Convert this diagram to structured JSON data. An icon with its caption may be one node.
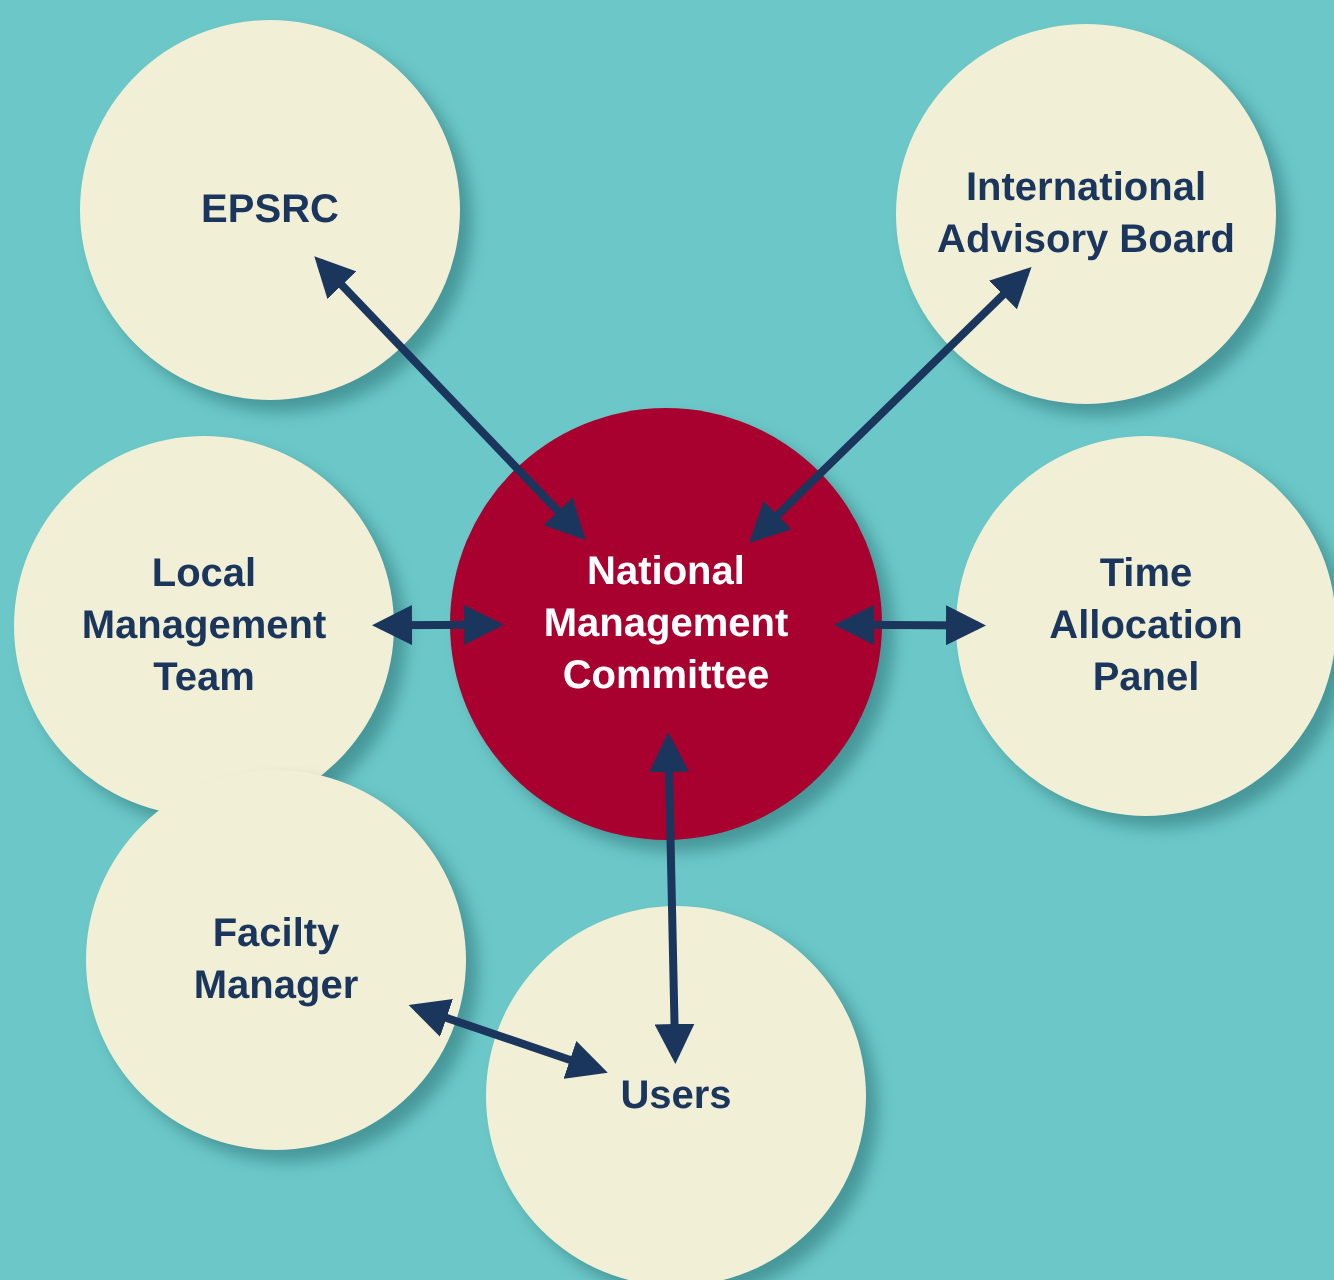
{
  "diagram": {
    "nodes": [
      {
        "text": [
          "EPSRC"
        ]
      },
      {
        "text": [
          "International Advisory Board"
        ]
      },
      {
        "text": [
          "Local Management Team"
        ]
      },
      {
        "text": [
          "National Management Committee"
        ]
      },
      {
        "text": [
          "Time Allocation Panel"
        ]
      },
      {
        "text": [
          "Facilty Manager"
        ]
      },
      {
        "text": [
          "Users"
        ]
      }
    ],
    "edges": [
      {
        "from": 0,
        "to": 3,
        "arrow": "both"
      },
      {
        "from": 1,
        "to": 3,
        "arrow": "both"
      },
      {
        "from": 2,
        "to": 3,
        "arrow": "both"
      },
      {
        "from": 3,
        "to": 4,
        "arrow": "both"
      },
      {
        "from": 3,
        "to": 6,
        "arrow": "both"
      },
      {
        "from": 5,
        "to": 6,
        "arrow": "both"
      }
    ]
  }
}
